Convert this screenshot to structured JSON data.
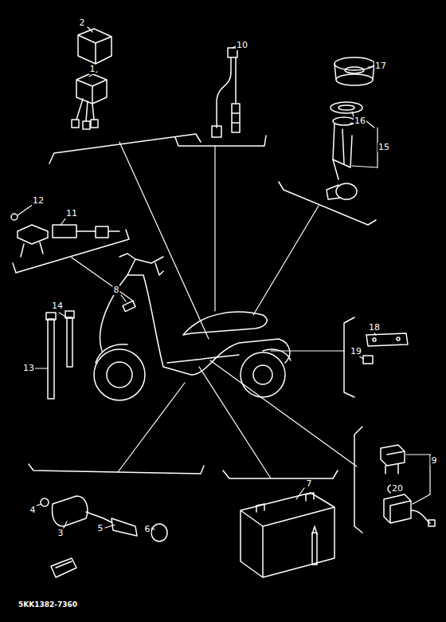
{
  "diagram": {
    "labels": [
      "2",
      "1",
      "10",
      "17",
      "16",
      "15",
      "12",
      "11",
      "8",
      "14",
      "13",
      "18",
      "19",
      "9",
      "20",
      "7",
      "4",
      "3",
      "5",
      "6",
      "5KK1382-7360"
    ]
  }
}
